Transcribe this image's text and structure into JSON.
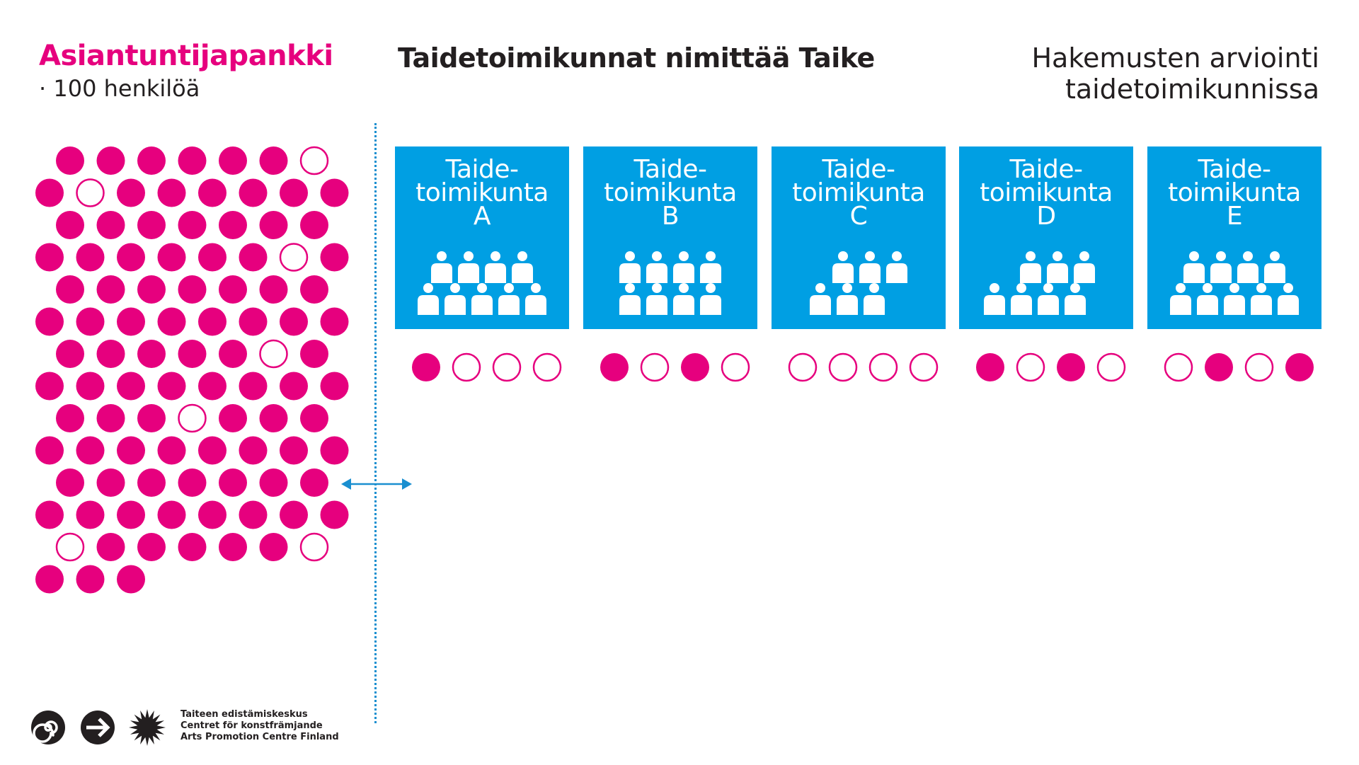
{
  "header": {
    "bank_title": "Asiantuntijapankki",
    "bank_subtitle": "· 100 henkilöä",
    "middle_title": "Taidetoimikunnat nimittää Taike",
    "right_title_line1": "Hakemusten arviointi",
    "right_title_line2": "taidetoimikunnissa"
  },
  "colors": {
    "magenta": "#e6007e",
    "blue": "#009fe3",
    "text": "#231f20",
    "divider": "#1a8fd0"
  },
  "expert_bank": {
    "rows": [
      [
        1,
        1,
        1,
        1,
        1,
        1,
        0
      ],
      [
        1,
        0,
        1,
        1,
        1,
        1,
        1,
        1
      ],
      [
        1,
        1,
        1,
        1,
        1,
        1,
        1
      ],
      [
        1,
        1,
        1,
        1,
        1,
        1,
        0,
        1
      ],
      [
        1,
        1,
        1,
        1,
        1,
        1,
        1
      ],
      [
        1,
        1,
        1,
        1,
        1,
        1,
        1,
        1
      ],
      [
        1,
        1,
        1,
        1,
        1,
        0,
        1
      ],
      [
        1,
        1,
        1,
        1,
        1,
        1,
        1,
        1
      ],
      [
        1,
        1,
        1,
        0,
        1,
        1,
        1
      ],
      [
        1,
        1,
        1,
        1,
        1,
        1,
        1,
        1
      ],
      [
        1,
        1,
        1,
        1,
        1,
        1,
        1
      ],
      [
        1,
        1,
        1,
        1,
        1,
        1,
        1,
        1
      ],
      [
        0,
        1,
        1,
        1,
        1,
        1,
        0
      ],
      [
        1,
        1,
        1
      ]
    ]
  },
  "committees": [
    {
      "line1": "Taide-",
      "line2": "toimikunta",
      "letter": "A",
      "people_rows": [
        4,
        5
      ],
      "dots": [
        1,
        0,
        0,
        0
      ]
    },
    {
      "line1": "Taide-",
      "line2": "toimikunta",
      "letter": "B",
      "people_rows": [
        4,
        4
      ],
      "dots": [
        1,
        0,
        1,
        0
      ]
    },
    {
      "line1": "Taide-",
      "line2": "toimikunta",
      "letter": "C",
      "people_rows": [
        3,
        3
      ],
      "dots": [
        0,
        0,
        0,
        0
      ]
    },
    {
      "line1": "Taide-",
      "line2": "toimikunta",
      "letter": "D",
      "people_rows": [
        3,
        4
      ],
      "dots": [
        1,
        0,
        1,
        0
      ]
    },
    {
      "line1": "Taide-",
      "line2": "toimikunta",
      "letter": "E",
      "people_rows": [
        4,
        5
      ],
      "dots": [
        0,
        1,
        0,
        1
      ]
    }
  ],
  "footer": {
    "org_line1": "Taiteen edistämiskeskus",
    "org_line2": "Centret för konstfrämjande",
    "org_line3": "Arts Promotion Centre Finland",
    "logo_icons": [
      "spiral-logo-icon",
      "arrow-circle-logo-icon",
      "sun-logo-icon"
    ]
  }
}
